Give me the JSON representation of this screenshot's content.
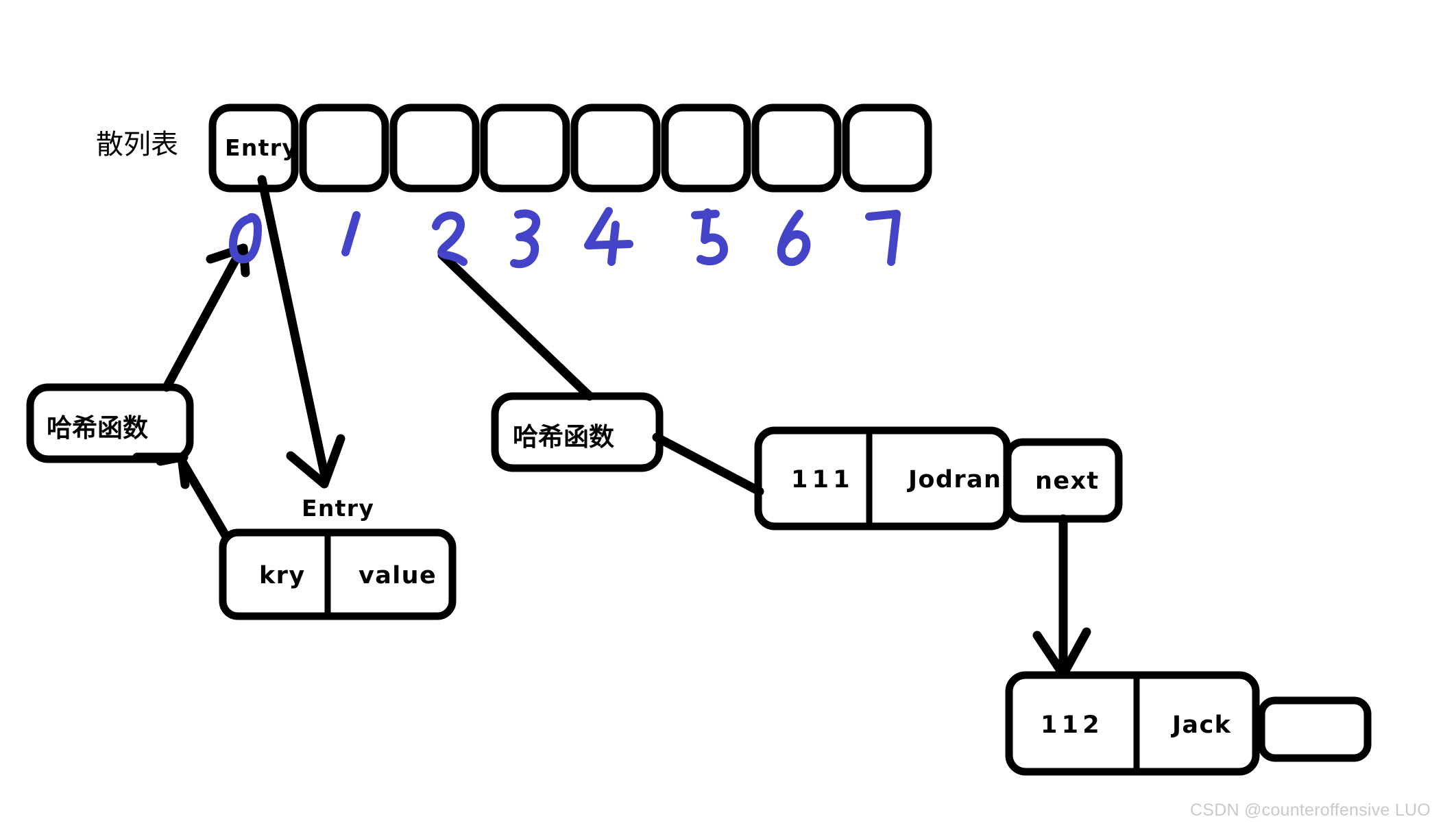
{
  "diagram": {
    "title_label": "散列表",
    "watermark": "CSDN @counteroffensive LUO",
    "colors": {
      "stroke": "#000000",
      "index_blue": "#4444c8",
      "background": "#ffffff",
      "watermark": "#c9c9c9"
    }
  },
  "hash_table": {
    "label": "散列表",
    "cells": [
      {
        "index": "0",
        "text": "Entry"
      },
      {
        "index": "1",
        "text": ""
      },
      {
        "index": "2",
        "text": ""
      },
      {
        "index": "3",
        "text": ""
      },
      {
        "index": "4",
        "text": ""
      },
      {
        "index": "5",
        "text": ""
      },
      {
        "index": "6",
        "text": ""
      },
      {
        "index": "7",
        "text": ""
      }
    ],
    "indices": [
      "0",
      "1",
      "2",
      "3",
      "4",
      "5",
      "6",
      "7"
    ]
  },
  "hash_functions": [
    {
      "id": "left",
      "label": "哈希函数"
    },
    {
      "id": "right",
      "label": "哈希函数"
    }
  ],
  "entry_struct": {
    "caption": "Entry",
    "key_label": "kry",
    "value_label": "value"
  },
  "linked_list": {
    "nodes": [
      {
        "id": "node-1",
        "key": "111",
        "value": "Jodran",
        "next_label": "next"
      },
      {
        "id": "node-2",
        "key": "112",
        "value": "Jack",
        "next_label": ""
      }
    ]
  }
}
